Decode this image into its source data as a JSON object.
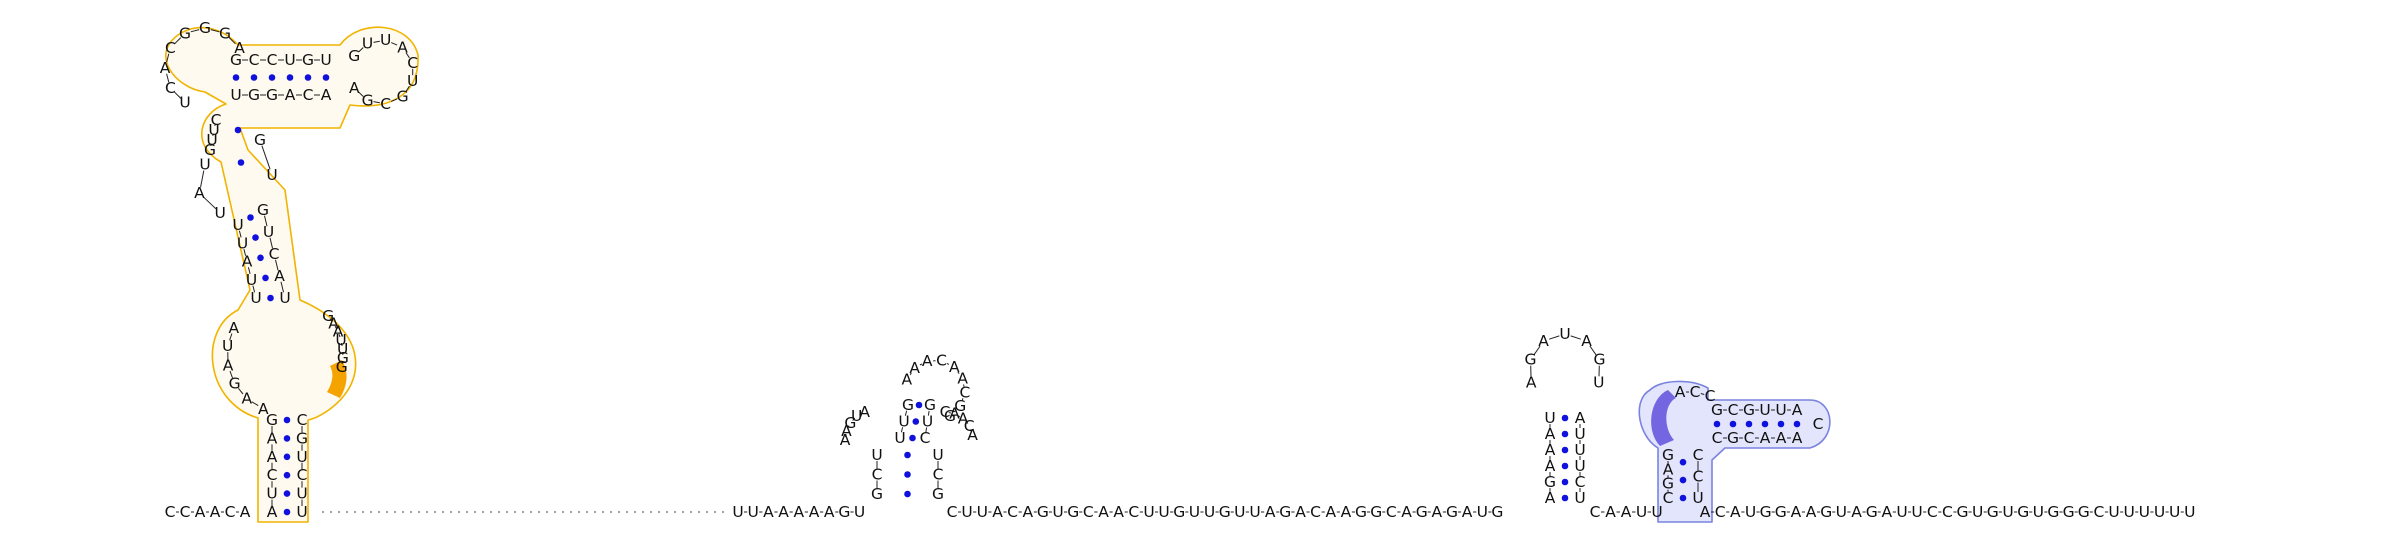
{
  "colors": {
    "pair_dot": "#1111dd",
    "backbone": "#222222",
    "orange_outline": "#f0b400",
    "orange_fill": "#fffaf0",
    "orange_highlight": "#f5a300",
    "blue_outline": "#7b83e0",
    "blue_fill": "#e2e5fb",
    "blue_highlight": "#7366e0"
  },
  "strands": {
    "five_prime": "CCAACA",
    "between_hairpins": "UUAAAAAGU",
    "between_pseudoknot_and_hairpin": "CUUACAGUGCAACUUGUUGUUAGACAAGGCAGAGAUG",
    "between_hairpin_and_blue": "CAAUU",
    "three_prime": "ACAUGGAAGUAGAUUCCGUGUGUGGGCUUUUUU"
  },
  "orange_domain": {
    "stem1_left": "AUCAAG",
    "stem1_right": "UUCUGC",
    "loop_left": "AAGAUA",
    "loop_right": "GGUUAAG",
    "stem2_left": "UUAUU",
    "stem2_right": "UACUG",
    "bulge": "UAU",
    "stem3_left": "GUUC",
    "stem3_right": "UG",
    "top_left_loop": "UCACGGGA",
    "arm_top": "GCCUGU",
    "arm_bottom": "UGGACA",
    "arm_end_loop": "GUUACUGCGA"
  },
  "hairpin_a": {
    "stem_left": "UCG",
    "stem_right": "GCU",
    "interior_left": "AAGUA",
    "interior_right": "ACAAC",
    "upper_left": "UUG",
    "upper_right": "CUG",
    "loop": "AAACAACGG"
  },
  "hairpin_b": {
    "stem_left": "UAAAGA",
    "stem_right": "AUUUCU",
    "loop": "AGAUAGU"
  },
  "blue_domain": {
    "stem1_left": "GAGC",
    "stem1_right": "CCU",
    "bulge": "ACC",
    "arm_top": "GCGUUA",
    "arm_bottom": "CGCAAA",
    "arm_end_loop": "C"
  }
}
